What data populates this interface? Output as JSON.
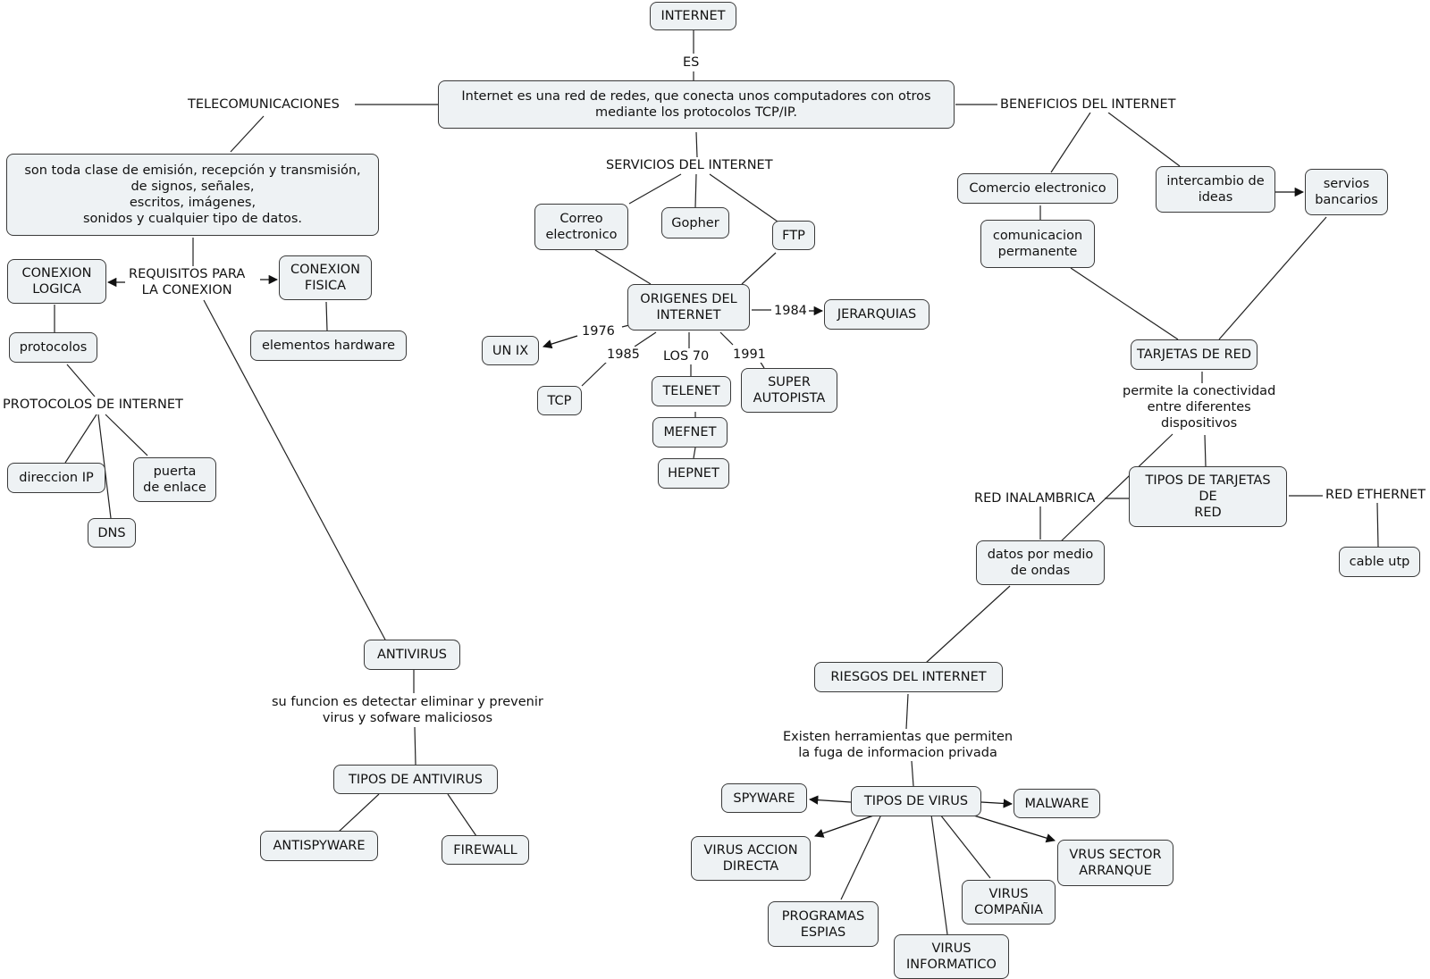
{
  "nodes": {
    "internet": "INTERNET",
    "definicion": "Internet es una red de redes, que conecta unos computadores con otros\nmediante los protocolos TCP/IP.",
    "telecom_def": "son toda clase de emisión, recepción y transmisión,\nde signos, señales,\nescritos, imágenes,\nsonidos y cualquier tipo de datos.",
    "conexion_logica": "CONEXION\nLOGICA",
    "conexion_fisica": "CONEXION\nFISICA",
    "protocolos": "protocolos",
    "elementos_hardware": "elementos hardware",
    "direccion_ip": "direccion IP",
    "puerta_enlace": "puerta\nde enlace",
    "dns": "DNS",
    "antivirus": "ANTIVIRUS",
    "tipos_antivirus": "TIPOS DE ANTIVIRUS",
    "antispyware": "ANTISPYWARE",
    "firewall": "FIREWALL",
    "correo": "Correo\nelectronico",
    "gopher": "Gopher",
    "ftp": "FTP",
    "origenes": "ORIGENES DEL\nINTERNET",
    "jerarquias": "JERARQUIAS",
    "unix": "UN IX",
    "tcp": "TCP",
    "telenet": "TELENET",
    "mefnet": "MEFNET",
    "hepnet": "HEPNET",
    "super": "SUPER\nAUTOPISTA",
    "comercio": "Comercio electronico",
    "comunicacion": "comunicacion\npermanente",
    "intercambio": "intercambio de\nideas",
    "servicios_bancarios": "servios\nbancarios",
    "tarjetas": "TARJETAS DE RED",
    "tipos_tarjetas": "TIPOS DE TARJETAS\nDE\nRED",
    "datos_ondas": "datos por medio\nde ondas",
    "cable_utp": "cable utp",
    "riesgos": "RIESGOS DEL INTERNET",
    "tipos_virus": "TIPOS DE VIRUS",
    "spyware": "SPYWARE",
    "malware": "MALWARE",
    "virus_accion": "VIRUS ACCION\nDIRECTA",
    "vrus_sector": "VRUS SECTOR\nARRANQUE",
    "programas_espias": "PROGRAMAS\nESPIAS",
    "virus_compania": "VIRUS\nCOMPAÑIA",
    "virus_informatico": "VIRUS\nINFORMATICO"
  },
  "labels": {
    "es": "ES",
    "telecomunicaciones": "TELECOMUNICACIONES",
    "beneficios": "BENEFICIOS DEL INTERNET",
    "servicios": "SERVICIOS DEL INTERNET",
    "requisitos": "REQUISITOS PARA\nLA CONEXION",
    "protocolos_internet": "PROTOCOLOS DE INTERNET",
    "antivirus_funcion": "su funcion es detectar eliminar y prevenir\nvirus y sofware maliciosos",
    "y1976": "1976",
    "y1985": "1985",
    "los70": "LOS 70",
    "y1991": "1991",
    "y1984": "1984",
    "permite": "permite la conectividad\nentre diferentes\ndispositivos",
    "red_inalambrica": "RED INALAMBRICA",
    "red_ethernet": "RED ETHERNET",
    "existen": "Existen herramientas que permiten\nla fuga de informacion privada"
  }
}
